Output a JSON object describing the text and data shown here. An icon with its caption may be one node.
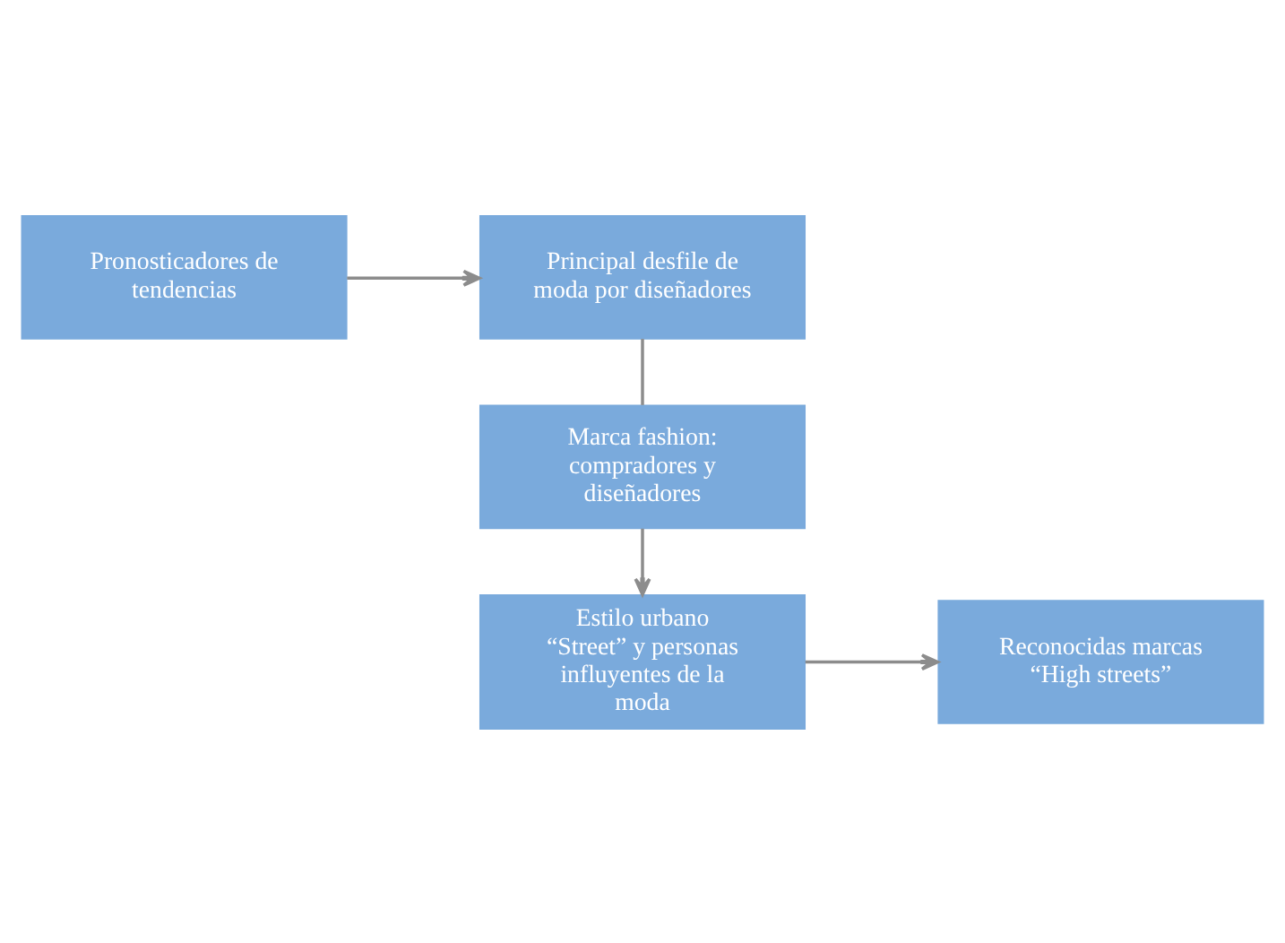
{
  "diagram": {
    "nodes": [
      {
        "text": [
          "Pronosticadores de tendencias"
        ]
      },
      {
        "text": [
          "Principal desfile de moda por diseñadores"
        ]
      },
      {
        "text": [
          "Marca fashion: compradores y diseñadores"
        ]
      },
      {
        "text": [
          "Estilo urbano “Street” y personas influyentes de la moda"
        ]
      },
      {
        "text": [
          "Reconocidas marcas “High streets”"
        ]
      }
    ],
    "edges": [
      {
        "from": 0,
        "to": 1,
        "arrow": "to"
      },
      {
        "from": 1,
        "to": 2,
        "arrow": "none"
      },
      {
        "from": 2,
        "to": 3,
        "arrow": "to"
      },
      {
        "from": 3,
        "to": 4,
        "arrow": "to"
      }
    ]
  }
}
